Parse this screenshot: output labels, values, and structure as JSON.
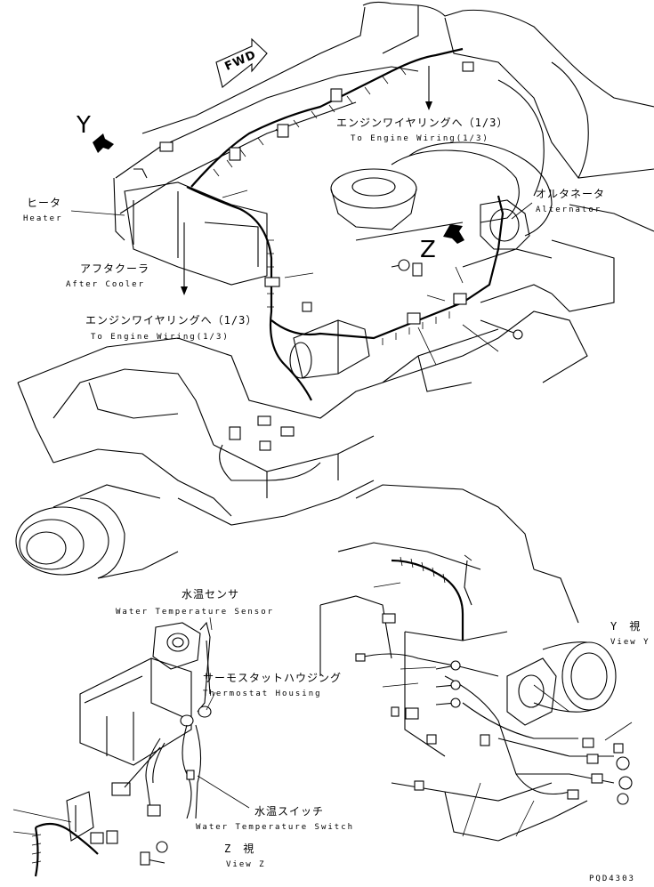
{
  "labels": {
    "fwd": "FWD",
    "view_y_marker": "Y",
    "view_z_marker": "Z",
    "engine_wiring_top_jp": "エンジンワイヤリングへ（1/3）",
    "engine_wiring_top_en": "To Engine Wiring(1/3)",
    "alternator_jp": "オルタネータ",
    "alternator_en": "Alternator",
    "heater_jp": "ヒータ",
    "heater_en": "Heater",
    "after_cooler_jp": "アフタクーラ",
    "after_cooler_en": "After Cooler",
    "engine_wiring_left_jp": "エンジンワイヤリングへ（1/3）",
    "engine_wiring_left_en": "To Engine Wiring(1/3)",
    "water_temp_sensor_jp": "水温センサ",
    "water_temp_sensor_en": "Water Temperature Sensor",
    "thermostat_housing_jp": "サーモスタットハウジング",
    "thermostat_housing_en": "Thermostat Housing",
    "water_temp_switch_jp": "水温スイッチ",
    "water_temp_switch_en": "Water Temperature Switch",
    "view_z_jp": "Z　視",
    "view_z_en": "View Z",
    "view_y_jp": "Y　視",
    "view_y_en": "View Y",
    "drawing_code": "PQD4303"
  }
}
